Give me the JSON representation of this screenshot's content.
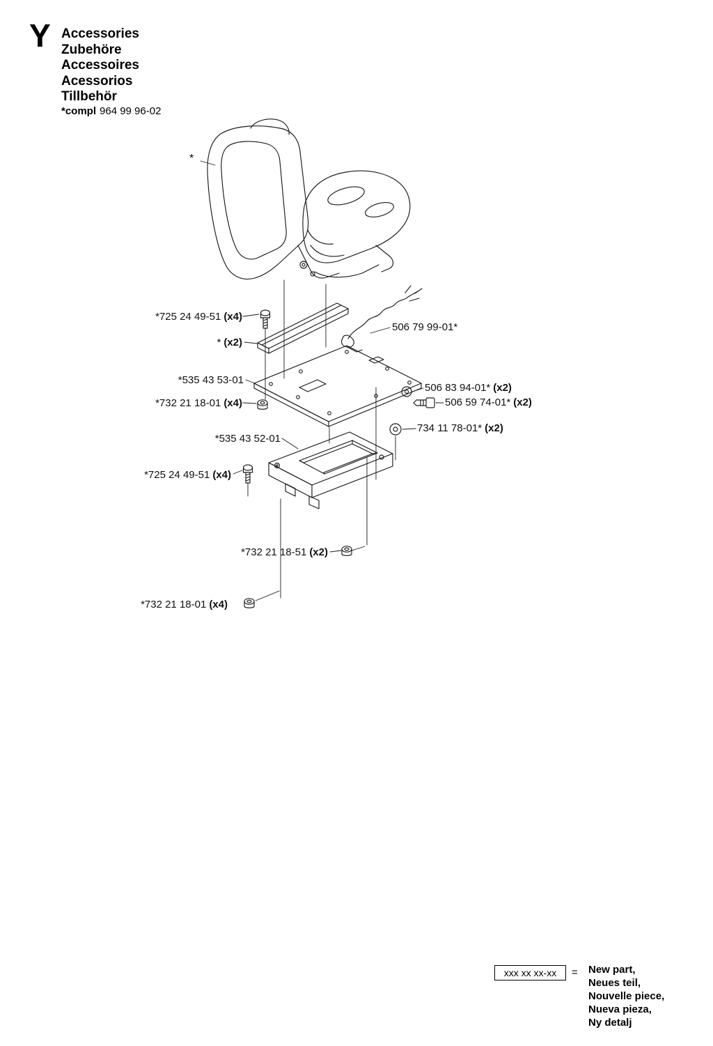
{
  "page": {
    "section_letter": "Y",
    "titles": [
      "Accessories",
      "Zubehöre",
      "Accessoires",
      "Acessorios",
      "Tillbehör"
    ],
    "compl_label": "*compl",
    "compl_number": "964 99 96-02"
  },
  "diagram": {
    "seat_asterisk": "*",
    "labels": [
      {
        "text": "*725 24 49-51",
        "qty": "(x4)"
      },
      {
        "text": "*",
        "qty": "(x2)"
      },
      {
        "text": "506 79 99-01*",
        "qty": ""
      },
      {
        "text": "*535 43 53-01",
        "qty": ""
      },
      {
        "text": "506 83 94-01*",
        "qty": "(x2)"
      },
      {
        "text": "506 59 74-01*",
        "qty": "(x2)"
      },
      {
        "text": "*732 21 18-01",
        "qty": "(x4)"
      },
      {
        "text": "734 11 78-01*",
        "qty": "(x2)"
      },
      {
        "text": "*535 43 52-01",
        "qty": ""
      },
      {
        "text": "*725 24 49-51",
        "qty": "(x4)"
      },
      {
        "text": "*732 21 18-51",
        "qty": "(x2)"
      },
      {
        "text": "*732 21 18-01",
        "qty": "(x4)"
      }
    ]
  },
  "legend": {
    "box_text": "xxx xx xx-xx",
    "equals": "=",
    "lines": [
      "New part,",
      "Neues teil,",
      "Nouvelle piece,",
      "Nueva pieza,",
      "Ny detalj"
    ]
  }
}
